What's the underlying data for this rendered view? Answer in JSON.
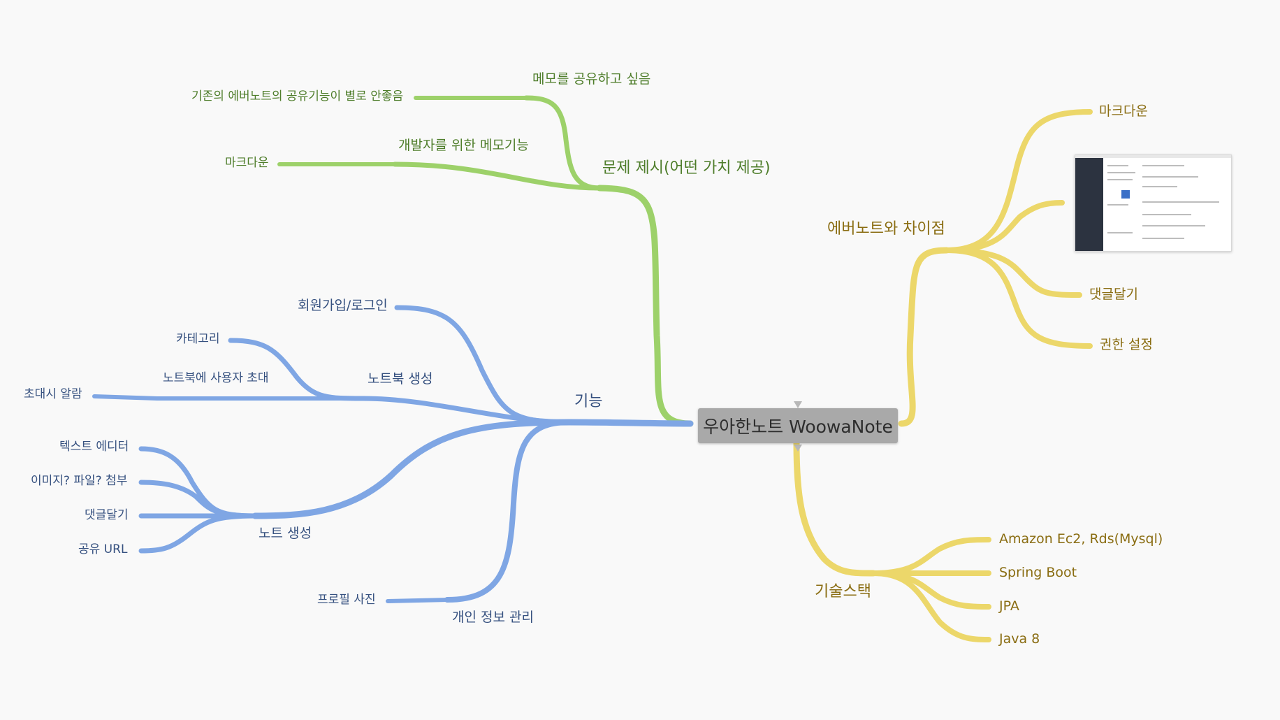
{
  "root": "우아한노트 WoowaNote",
  "problem": {
    "title": "문제 제시(어떤 가치 제공)",
    "memo_share": "메모를 공유하고 싶음",
    "evernote_share": "기존의 에버노트의 공유기능이 별로 안좋음",
    "dev_memo": "개발자를 위한 메모기능",
    "markdown": "마크다운"
  },
  "features": {
    "title": "기능",
    "signup": "회원가입/로그인",
    "notebook": "노트북 생성",
    "category": "카테고리",
    "invite": "노트북에 사용자 초대",
    "invite_alarm": "초대시 알람",
    "note": "노트 생성",
    "text_editor": "텍스트 에디터",
    "attach": "이미지? 파일? 첨부",
    "comment": "댓글달기",
    "share_url": "공유 URL",
    "profile": "개인 정보 관리",
    "profile_photo": "프로필 사진"
  },
  "diff": {
    "title": "에버노트와 차이점",
    "markdown": "마크다운",
    "comment": "댓글달기",
    "permission": "권한 설정"
  },
  "tech": {
    "title": "기술스택",
    "aws": "Amazon Ec2, Rds(Mysql)",
    "spring": "Spring Boot",
    "jpa": "JPA",
    "java": "Java 8"
  },
  "colors": {
    "green": "#9dd16a",
    "blue": "#7fa6e4",
    "yellow": "#ecd76a",
    "root": "#a9a9a9"
  }
}
